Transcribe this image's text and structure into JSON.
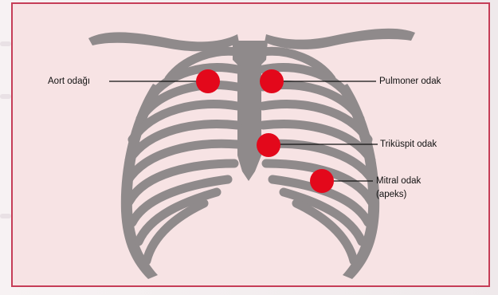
{
  "figure": {
    "labels": {
      "aortic": "Aort odağı",
      "pulmonic": "Pulmoner odak",
      "tricuspid": "Triküspit odak",
      "mitral": "Mitral odak",
      "mitral_sub": "(apeks)"
    },
    "colors": {
      "frame_border": "#c63d57",
      "frame_fill": "#f7e3e4",
      "bone": "#8f8a8b",
      "marker": "#e3081b",
      "leader": "#111111"
    }
  }
}
